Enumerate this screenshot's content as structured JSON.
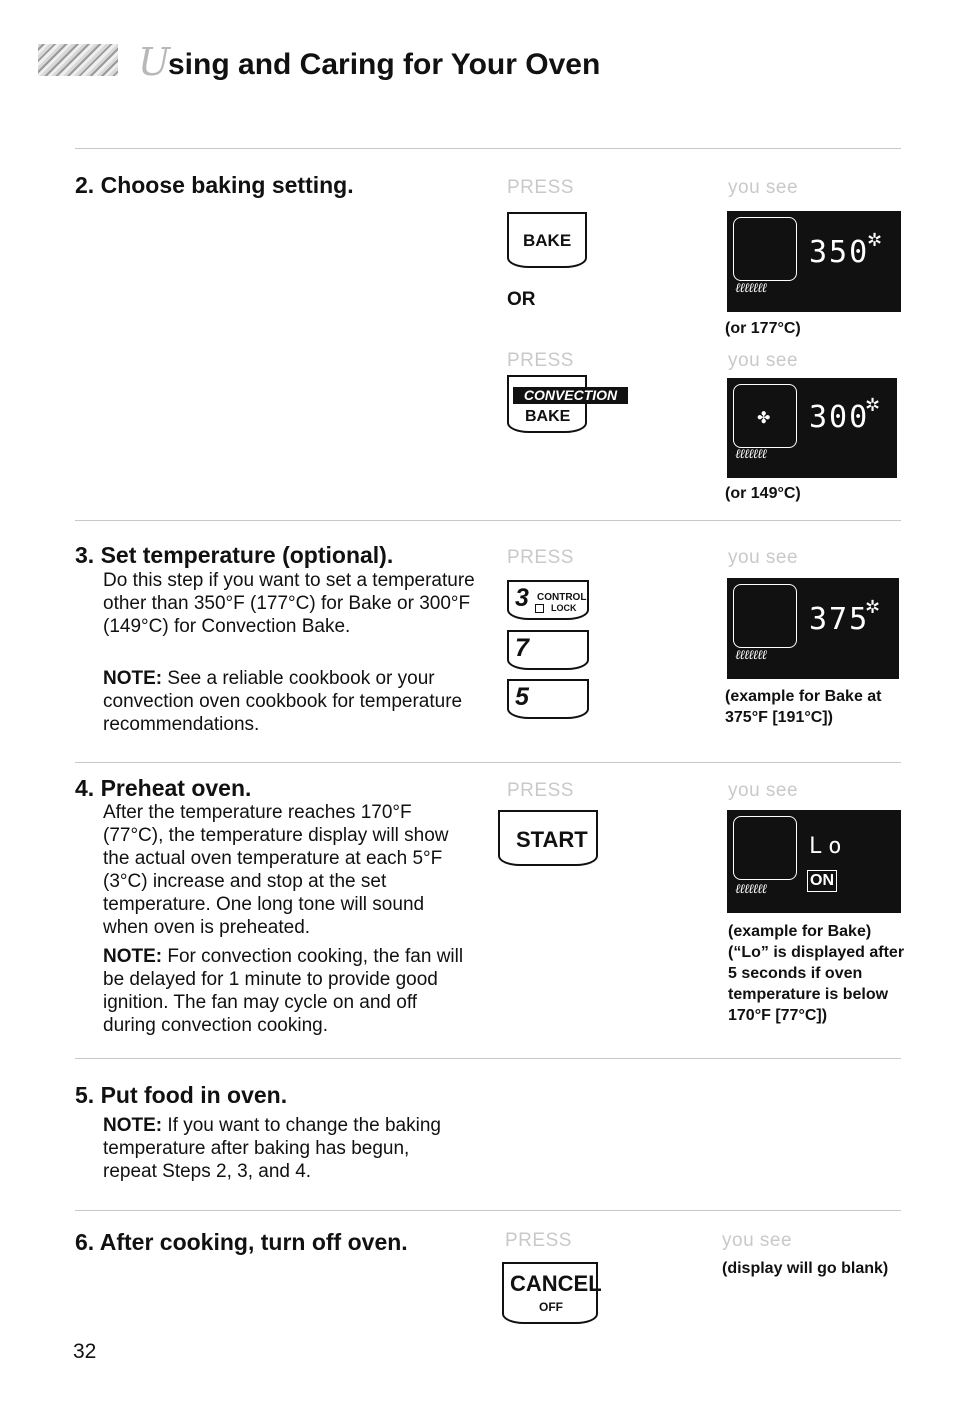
{
  "header": {
    "glyph": "U",
    "title": "sing and Caring for Your Oven"
  },
  "labels": {
    "press": "PRESS",
    "you_see": "you see"
  },
  "steps": [
    {
      "number": "2.",
      "title": "Choose baking setting.",
      "or": "OR",
      "keys": {
        "bake": "BAKE",
        "convection_bar": "CONVECTION",
        "convection_bake": "BAKE"
      },
      "display1": {
        "temp": "350",
        "caption": "(or 177°C)"
      },
      "display2": {
        "temp": "300",
        "caption": "(or 149°C)"
      }
    },
    {
      "number": "3.",
      "title": "Set temperature (optional).",
      "body": "Do this step if you want to set a temperature other than 350°F (177°C) for Bake or 300°F (149°C) for Convection Bake.",
      "note_label": "NOTE:",
      "note": " See a reliable cookbook or your convection oven cookbook for temperature recommendations.",
      "keys": {
        "k1": "3",
        "k1_sub1": "CONTROL",
        "k1_sub2": "LOCK",
        "k2": "7",
        "k3": "5"
      },
      "display": {
        "temp": "375",
        "caption": "(example for Bake at 375°F [191°C])"
      }
    },
    {
      "number": "4.",
      "title": "Preheat oven.",
      "body": "After the temperature reaches 170°F (77°C), the temperature display will show the actual oven temperature at each 5°F (3°C) increase and stop at the set temperature. One long tone will sound when oven is preheated.",
      "note_label": "NOTE:",
      "note": " For convection cooking, the fan will be delayed for 1 minute to provide good ignition. The fan may cycle on and off during convection cooking.",
      "keys": {
        "start": "START"
      },
      "display": {
        "temp": "Lo",
        "on": "ON",
        "caption": "(example for Bake) (“Lo” is displayed after 5 seconds if oven temperature is below 170°F [77°C])"
      }
    },
    {
      "number": "5.",
      "title": "Put food in oven.",
      "note_label": "NOTE:",
      "note": " If you want to change the baking temperature after baking has begun, repeat Steps 2, 3, and 4."
    },
    {
      "number": "6.",
      "title": "After cooking, turn off oven.",
      "keys": {
        "cancel": "CANCEL",
        "off": "OFF"
      },
      "caption": "(display will go blank)"
    }
  ],
  "page_number": "32",
  "display_icons": {
    "fan": "fan-icon",
    "wave": "oven-element-icon"
  }
}
